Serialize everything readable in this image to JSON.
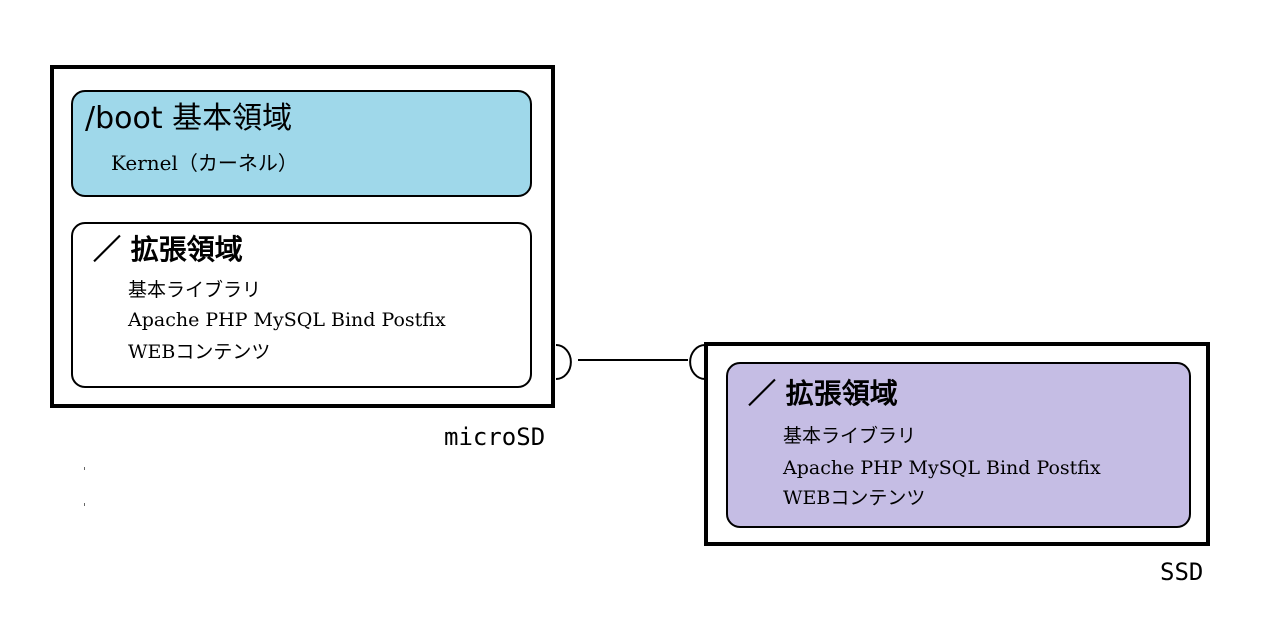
{
  "microsd": {
    "label": "microSD",
    "boot_partition": {
      "title": "/boot 基本領域",
      "lines": [
        "Kernel（カーネル）"
      ],
      "color": "#9fd8ea"
    },
    "root_partition": {
      "title": "／ 拡張領域",
      "lines": [
        "基本ライブラリ",
        "Apache PHP MySQL Bind Postfix",
        "WEBコンテンツ"
      ],
      "color": "#ffffff"
    }
  },
  "ssd": {
    "label": "SSD",
    "root_partition": {
      "title": "／ 拡張領域",
      "lines": [
        "基本ライブラリ",
        "Apache PHP MySQL Bind Postfix",
        "WEBコンテンツ"
      ],
      "color": "#c5bde4"
    }
  }
}
